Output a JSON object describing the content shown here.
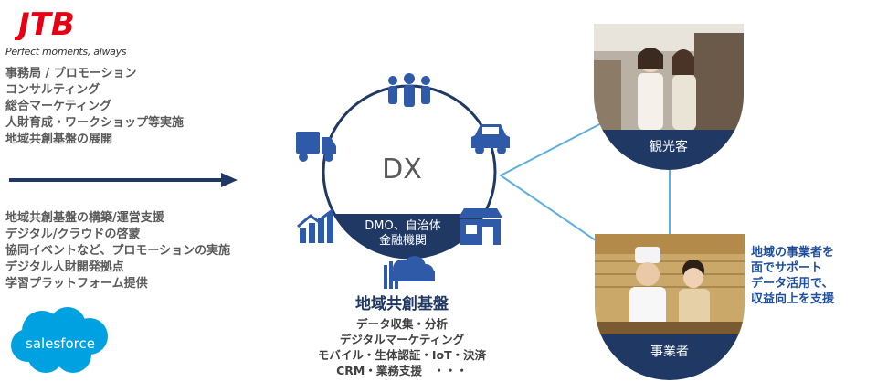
{
  "brand": {
    "logo_text": "JTB",
    "tagline": "Perfect moments, always",
    "brand_color": "#e60012"
  },
  "left_top": {
    "items": [
      "事務局 / プロモーション",
      "コンサルティング",
      "総合マーケティング",
      "人財育成・ワークショップ等実施",
      "地域共創基盤の展開"
    ]
  },
  "left_bottom": {
    "items": [
      "地域共創基盤の構築/運営支援",
      "デジタル/クラウドの啓蒙",
      "協同イベントなど、プロモーションの実施",
      "デジタル人財開発拠点",
      "学習プラットフォーム提供"
    ]
  },
  "salesforce": {
    "label": "salesforce",
    "color": "#00a1e0"
  },
  "hub": {
    "center_label": "DX",
    "segment_label_line1": "DMO、自治体",
    "segment_label_line2": "金融機関",
    "icons": [
      "people-icon",
      "car-icon",
      "store-icon",
      "growth-chart-icon",
      "truck-icon",
      "cloud-server-icon"
    ],
    "accent": "#1f3864",
    "icon_color": "#2e5aa8"
  },
  "platform": {
    "title": "地域共創基盤",
    "items": [
      "データ収集・分析",
      "デジタルマーケティング",
      "モバイル・生体認証・IoT・決済",
      "CRM・業務支援　・・・"
    ]
  },
  "targets": {
    "tourist_label": "観光客",
    "business_label": "事業者",
    "connector_color": "#5fb0dc"
  },
  "right_text": {
    "items": [
      "地域の事業者を",
      "面でサポート",
      "データ活用で、",
      "収益向上を支援"
    ]
  }
}
